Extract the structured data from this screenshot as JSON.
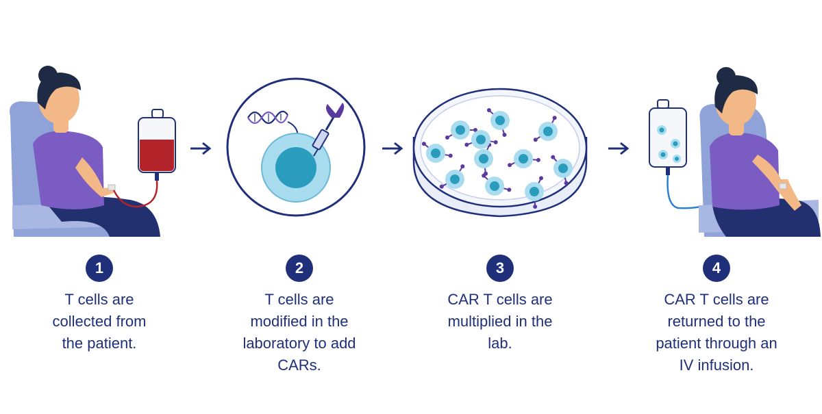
{
  "colors": {
    "navy": "#1f2f7a",
    "purple_shirt": "#7a5cc2",
    "skin": "#f3b887",
    "hair": "#1f2b44",
    "chair": "#8fa3d8",
    "pants": "#23306f",
    "blood": "#b2232a",
    "cell_outer": "#a9dcef",
    "cell_inner": "#2a9dbf",
    "receptor": "#5a3a9e"
  },
  "steps": [
    {
      "number": "1",
      "lines": [
        "T cells are",
        "collected from",
        "the patient."
      ]
    },
    {
      "number": "2",
      "lines": [
        "T cells are",
        "modified in the",
        "laboratory to add",
        "CARs."
      ]
    },
    {
      "number": "3",
      "lines": [
        "CAR T cells are",
        "multiplied in the",
        "lab."
      ]
    },
    {
      "number": "4",
      "lines": [
        "CAR T cells are",
        "returned to the",
        "patient through an",
        "IV infusion."
      ]
    }
  ],
  "icons": {
    "arrow": "arrow-right-icon",
    "patient": "patient-in-chair-icon",
    "blood_bag": "blood-bag-icon",
    "dna": "dna-icon",
    "syringe": "syringe-icon",
    "petri_dish": "petri-dish-icon",
    "iv_bag": "iv-bag-icon"
  }
}
